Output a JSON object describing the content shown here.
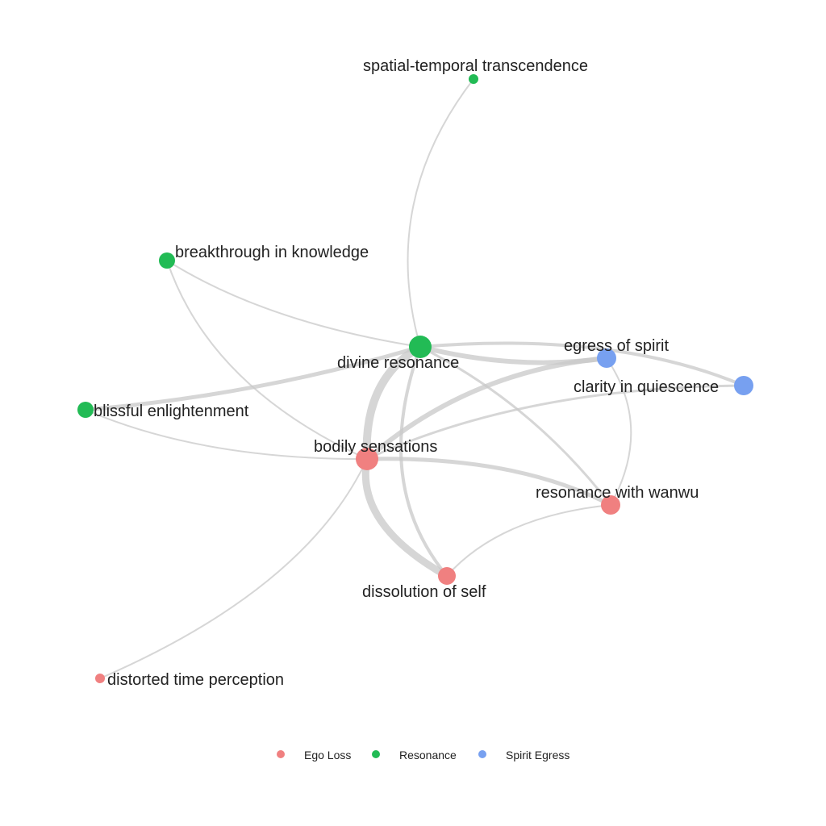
{
  "colors": {
    "Ego Loss": "#F08080",
    "Resonance": "#22BB55",
    "Spirit Egress": "#77A0F0",
    "edge": "#C8C8C8"
  },
  "nodes": [
    {
      "id": "spatial-temporal transcendence",
      "label": "spatial-temporal transcendence",
      "group": "Resonance"
    },
    {
      "id": "breakthrough in knowledge",
      "label": "breakthrough in knowledge",
      "group": "Resonance"
    },
    {
      "id": "divine resonance",
      "label": "divine resonance",
      "group": "Resonance"
    },
    {
      "id": "egress of spirit",
      "label": "egress of spirit",
      "group": "Spirit Egress"
    },
    {
      "id": "clarity in quiescence",
      "label": "clarity in quiescence",
      "group": "Spirit Egress"
    },
    {
      "id": "blissful enlightenment",
      "label": "blissful enlightenment",
      "group": "Resonance"
    },
    {
      "id": "bodily sensations",
      "label": "bodily sensations",
      "group": "Ego Loss"
    },
    {
      "id": "resonance with wanwu",
      "label": "resonance with wanwu",
      "group": "Ego Loss"
    },
    {
      "id": "dissolution of self",
      "label": "dissolution of self",
      "group": "Ego Loss"
    },
    {
      "id": "distorted time perception",
      "label": "distorted time perception",
      "group": "Ego Loss"
    }
  ],
  "edges": [
    {
      "source": "spatial-temporal transcendence",
      "target": "divine resonance"
    },
    {
      "source": "breakthrough in knowledge",
      "target": "divine resonance"
    },
    {
      "source": "breakthrough in knowledge",
      "target": "bodily sensations"
    },
    {
      "source": "divine resonance",
      "target": "egress of spirit"
    },
    {
      "source": "divine resonance",
      "target": "clarity in quiescence"
    },
    {
      "source": "divine resonance",
      "target": "blissful enlightenment"
    },
    {
      "source": "divine resonance",
      "target": "bodily sensations"
    },
    {
      "source": "divine resonance",
      "target": "dissolution of self"
    },
    {
      "source": "divine resonance",
      "target": "resonance with wanwu"
    },
    {
      "source": "egress of spirit",
      "target": "bodily sensations"
    },
    {
      "source": "egress of spirit",
      "target": "resonance with wanwu"
    },
    {
      "source": "clarity in quiescence",
      "target": "bodily sensations"
    },
    {
      "source": "blissful enlightenment",
      "target": "bodily sensations"
    },
    {
      "source": "bodily sensations",
      "target": "resonance with wanwu"
    },
    {
      "source": "bodily sensations",
      "target": "dissolution of self"
    },
    {
      "source": "bodily sensations",
      "target": "distorted time perception"
    },
    {
      "source": "resonance with wanwu",
      "target": "dissolution of self"
    }
  ],
  "legend": {
    "items": [
      "Ego Loss",
      "Resonance",
      "Spirit Egress"
    ]
  }
}
